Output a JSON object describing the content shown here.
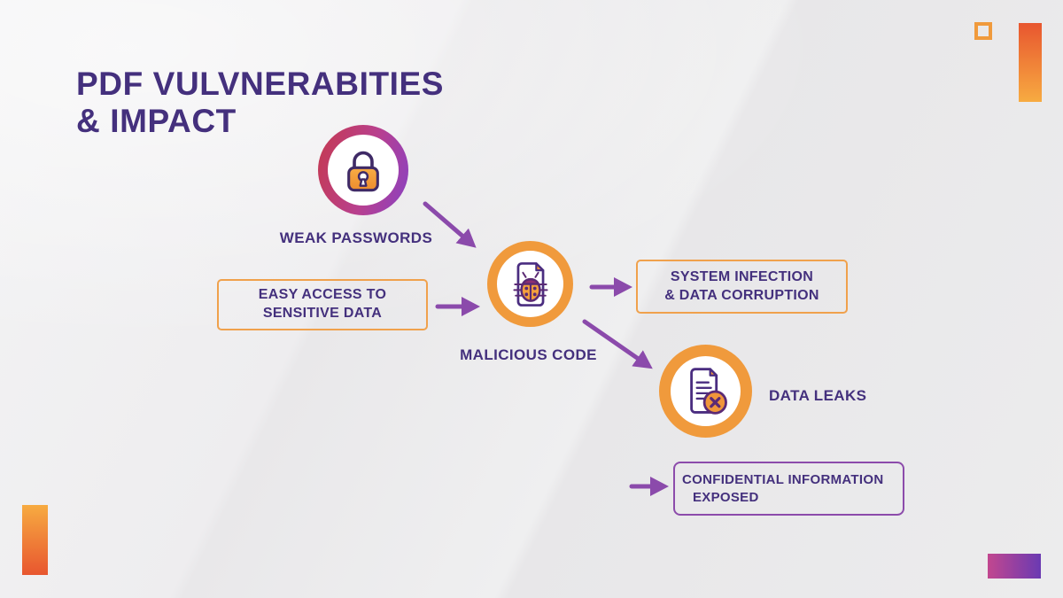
{
  "title": {
    "line1": "PDF VULVNERABITIES",
    "line2": "& IMPACT"
  },
  "nodes": {
    "weak_passwords": {
      "label": "WEAK PASSWORDS",
      "icon": "lock-icon"
    },
    "malicious_code": {
      "label": "MALICIOUS CODE",
      "icon": "bug-document-icon"
    },
    "data_leaks": {
      "label": "DATA LEAKS",
      "icon": "document-error-icon"
    }
  },
  "boxes": {
    "easy_access": {
      "line1": "EASY ACCESS TO",
      "line2": "SENSITIVE DATA"
    },
    "system_infection": {
      "line1": "SYSTEM INFECTION",
      "line2": "& DATA CORRUPTION"
    },
    "confidential": {
      "line1": "CONFIDENTIAL INFORMATION",
      "line2": "EXPOSED"
    }
  },
  "colors": {
    "title_text": "#44307d",
    "label_text": "#44307d",
    "arrow": "#8b4aab",
    "orange_ring": "#f09a3c",
    "orange_border": "#f0a14c",
    "purple_border": "#8c4bab",
    "bar_orange_red": "#e8562f",
    "bar_orange_yellow": "#f7ab41",
    "bar_purple_pink": "#c2478f",
    "bar_purple_deep": "#6a3ab2",
    "icon_stroke": "#3f2a66",
    "icon_orange": "#f0963a",
    "bug_head": "#8d3072"
  }
}
